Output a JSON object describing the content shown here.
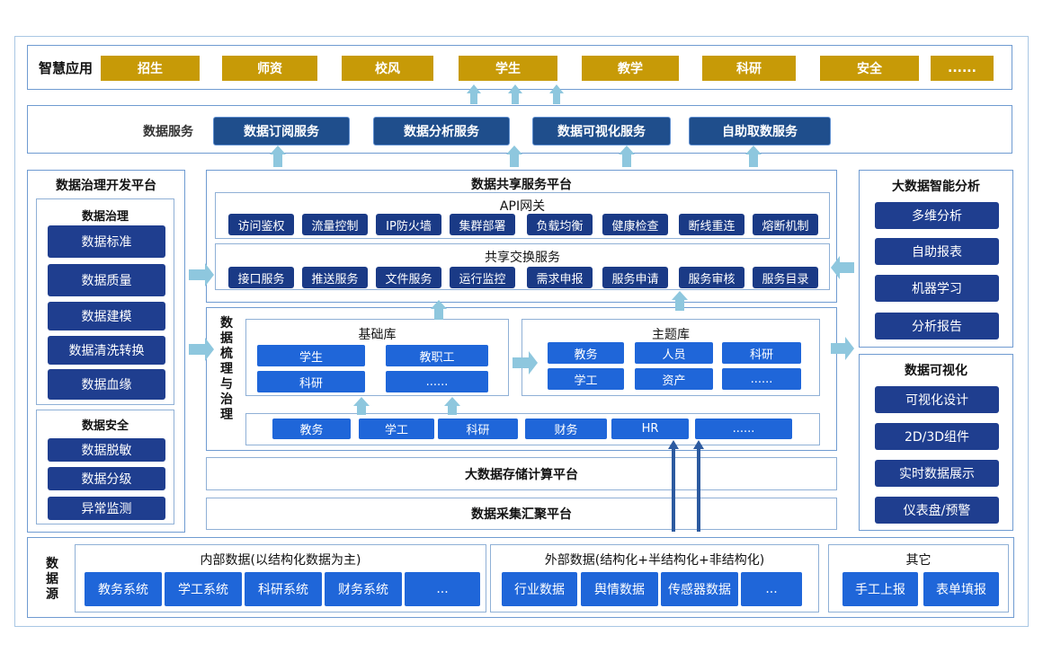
{
  "smart_apps": {
    "title": "智慧应用",
    "items": [
      "招生",
      "师资",
      "校风",
      "学生",
      "教学",
      "科研",
      "安全",
      "......"
    ]
  },
  "data_services": {
    "title": "数据服务",
    "items": [
      "数据订阅服务",
      "数据分析服务",
      "数据可视化服务",
      "自助取数服务"
    ]
  },
  "governance_platform": {
    "title": "数据治理开发平台",
    "governance": {
      "title": "数据治理",
      "items": [
        "数据标准",
        "数据质量",
        "数据建模",
        "数据清洗转换",
        "数据血缘"
      ]
    },
    "security": {
      "title": "数据安全",
      "items": [
        "数据脱敏",
        "数据分级",
        "异常监测"
      ]
    }
  },
  "sharing_platform": {
    "title": "数据共享服务平台",
    "api_gateway": {
      "title": "API网关",
      "items": [
        "访问鉴权",
        "流量控制",
        "IP防火墙",
        "集群部署",
        "负载均衡",
        "健康检查",
        "断线重连",
        "熔断机制"
      ]
    },
    "exchange": {
      "title": "共享交换服务",
      "items": [
        "接口服务",
        "推送服务",
        "文件服务",
        "运行监控",
        "需求申报",
        "服务申请",
        "服务审核",
        "服务目录"
      ]
    }
  },
  "sorting": {
    "title_chars": [
      "数",
      "据",
      "梳",
      "理",
      "与",
      "治",
      "理"
    ],
    "base_lib": {
      "title": "基础库",
      "items": [
        "学生",
        "教职工",
        "科研",
        "......"
      ]
    },
    "topic_lib": {
      "title": "主题库",
      "items": [
        "教务",
        "人员",
        "科研",
        "学工",
        "资产",
        "......"
      ]
    },
    "sources_row": [
      "教务",
      "学工",
      "科研",
      "财务",
      "HR",
      "......"
    ]
  },
  "storage_platform": "大数据存储计算平台",
  "collection_platform": "数据采集汇聚平台",
  "bigdata_analysis": {
    "title": "大数据智能分析",
    "items": [
      "多维分析",
      "自助报表",
      "机器学习",
      "分析报告"
    ]
  },
  "visualization": {
    "title": "数据可视化",
    "items": [
      "可视化设计",
      "2D/3D组件",
      "实时数据展示",
      "仪表盘/预警"
    ]
  },
  "data_sources": {
    "title_chars": [
      "数",
      "据",
      "源"
    ],
    "internal": {
      "title": "内部数据(以结构化数据为主)",
      "items": [
        "教务系统",
        "学工系统",
        "科研系统",
        "财务系统",
        "..."
      ]
    },
    "external": {
      "title": "外部数据(结构化+半结构化+非结构化)",
      "items": [
        "行业数据",
        "舆情数据",
        "传感器数据",
        "..."
      ]
    },
    "other": {
      "title": "其它",
      "items": [
        "手工上报",
        "表单填报"
      ]
    }
  },
  "colors": {
    "gold": "#c79a07",
    "service_blue": "#1f4e8c",
    "dark_blue": "#1f3e8f",
    "light_blue": "#1f66d9",
    "arrow": "#8ec7de",
    "border": "#6f9bd1"
  }
}
